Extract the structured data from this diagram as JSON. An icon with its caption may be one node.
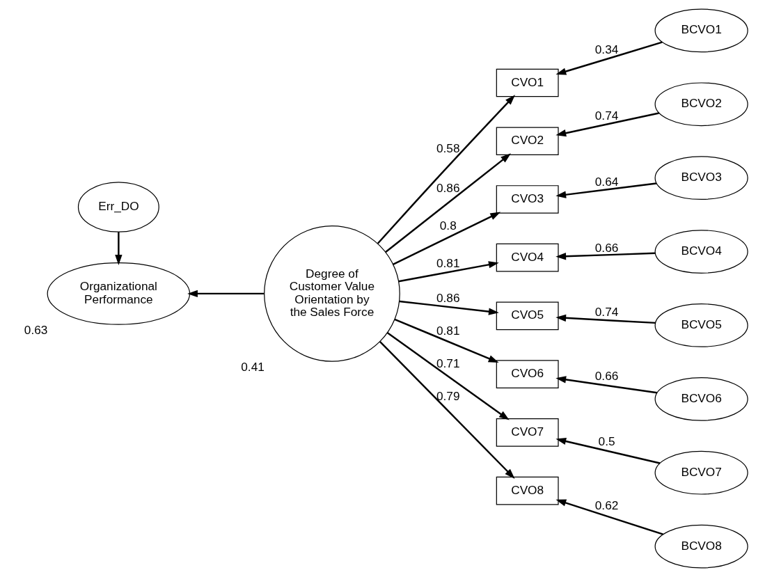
{
  "diagram": {
    "nodes": [
      {
        "text": [
          "Err_DO"
        ]
      },
      {
        "text": [
          "Organizational Performance"
        ],
        "beside": [
          "0.63"
        ]
      },
      {
        "text": [
          "Degree of Customer Value Orientation by the Sales Force"
        ],
        "beside": [
          "0.41"
        ]
      },
      {
        "text": [
          "CVO1"
        ]
      },
      {
        "text": [
          "CVO2"
        ]
      },
      {
        "text": [
          "CVO3"
        ]
      },
      {
        "text": [
          "CVO4"
        ]
      },
      {
        "text": [
          "CVO5"
        ]
      },
      {
        "text": [
          "CVO6"
        ]
      },
      {
        "text": [
          "CVO7"
        ]
      },
      {
        "text": [
          "CVO8"
        ]
      },
      {
        "text": [
          "BCVO1"
        ]
      },
      {
        "text": [
          "BCVO2"
        ]
      },
      {
        "text": [
          "BCVO3"
        ]
      },
      {
        "text": [
          "BCVO4"
        ]
      },
      {
        "text": [
          "BCVO5"
        ]
      },
      {
        "text": [
          "BCVO6"
        ]
      },
      {
        "text": [
          "BCVO7"
        ]
      },
      {
        "text": [
          "BCVO8"
        ]
      }
    ],
    "edges": [
      {
        "from": 0,
        "to": 1,
        "arrow": "to"
      },
      {
        "from": 2,
        "to": 1,
        "arrow": "to"
      },
      {
        "from": 2,
        "to": 3,
        "arrow": "to",
        "label": "0.58"
      },
      {
        "from": 2,
        "to": 4,
        "arrow": "to",
        "label": "0.86"
      },
      {
        "from": 2,
        "to": 5,
        "arrow": "to",
        "label": "0.8"
      },
      {
        "from": 2,
        "to": 6,
        "arrow": "to",
        "label": "0.81"
      },
      {
        "from": 2,
        "to": 7,
        "arrow": "to",
        "label": "0.86"
      },
      {
        "from": 2,
        "to": 8,
        "arrow": "to",
        "label": "0.81"
      },
      {
        "from": 2,
        "to": 9,
        "arrow": "to",
        "label": "0.71"
      },
      {
        "from": 2,
        "to": 10,
        "arrow": "to",
        "label": "0.79"
      },
      {
        "from": 11,
        "to": 3,
        "arrow": "to",
        "label": "0.34"
      },
      {
        "from": 12,
        "to": 4,
        "arrow": "to",
        "label": "0.74"
      },
      {
        "from": 13,
        "to": 5,
        "arrow": "to",
        "label": "0.64"
      },
      {
        "from": 14,
        "to": 6,
        "arrow": "to",
        "label": "0.66"
      },
      {
        "from": 15,
        "to": 7,
        "arrow": "to",
        "label": "0.74"
      },
      {
        "from": 16,
        "to": 8,
        "arrow": "to",
        "label": "0.66"
      },
      {
        "from": 17,
        "to": 9,
        "arrow": "to",
        "label": "0.5"
      },
      {
        "from": 18,
        "to": 10,
        "arrow": "to",
        "label": "0.62"
      }
    ]
  }
}
